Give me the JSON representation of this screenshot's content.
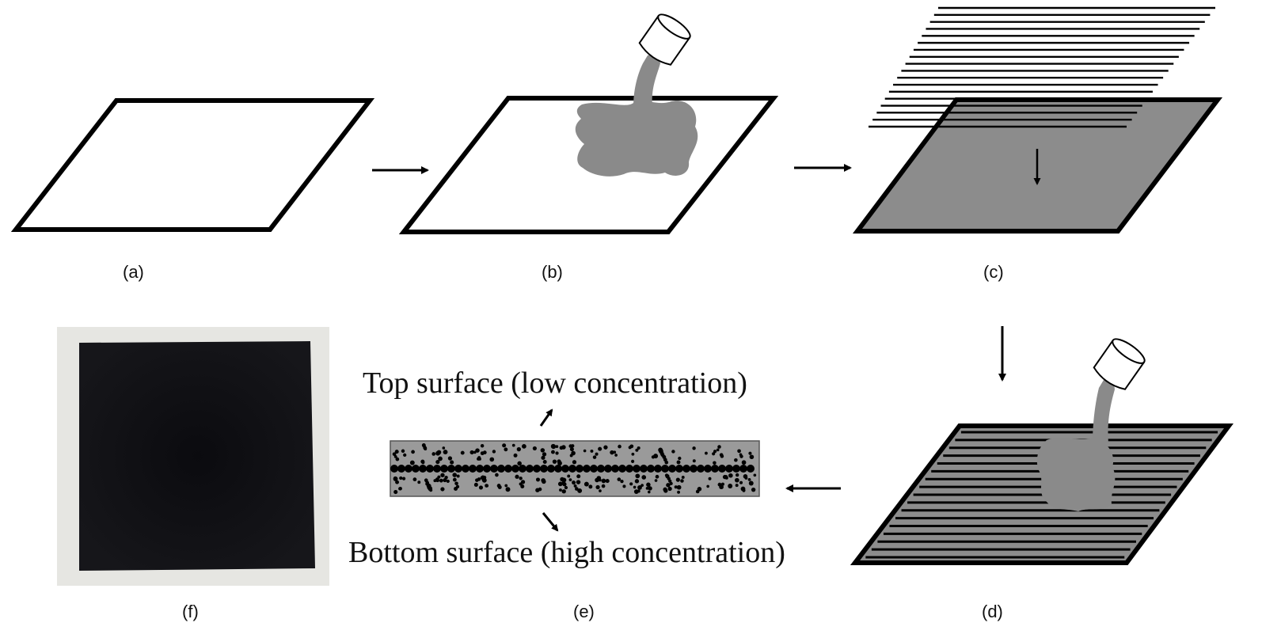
{
  "figure": {
    "panels": [
      {
        "id": "a",
        "label": "(a)"
      },
      {
        "id": "b",
        "label": "(b)"
      },
      {
        "id": "c",
        "label": "(c)"
      },
      {
        "id": "d",
        "label": "(d)"
      },
      {
        "id": "e",
        "label": "(e)"
      },
      {
        "id": "f",
        "label": "(f)"
      }
    ],
    "cross_section": {
      "top_surface_text": "Top surface (low concentration)",
      "bottom_surface_text": "Bottom surface (high concentration)"
    }
  },
  "colors": {
    "outline": "#000000",
    "fill_gray": "#8c8c8c",
    "liquid_gray": "#8a8a8a",
    "sample_black": "#0a0a0e",
    "photo_background": "#e6e6e2"
  },
  "icons": [
    "pouring-cup-icon",
    "arrow-right-icon",
    "arrow-down-icon",
    "arrow-left-icon"
  ]
}
